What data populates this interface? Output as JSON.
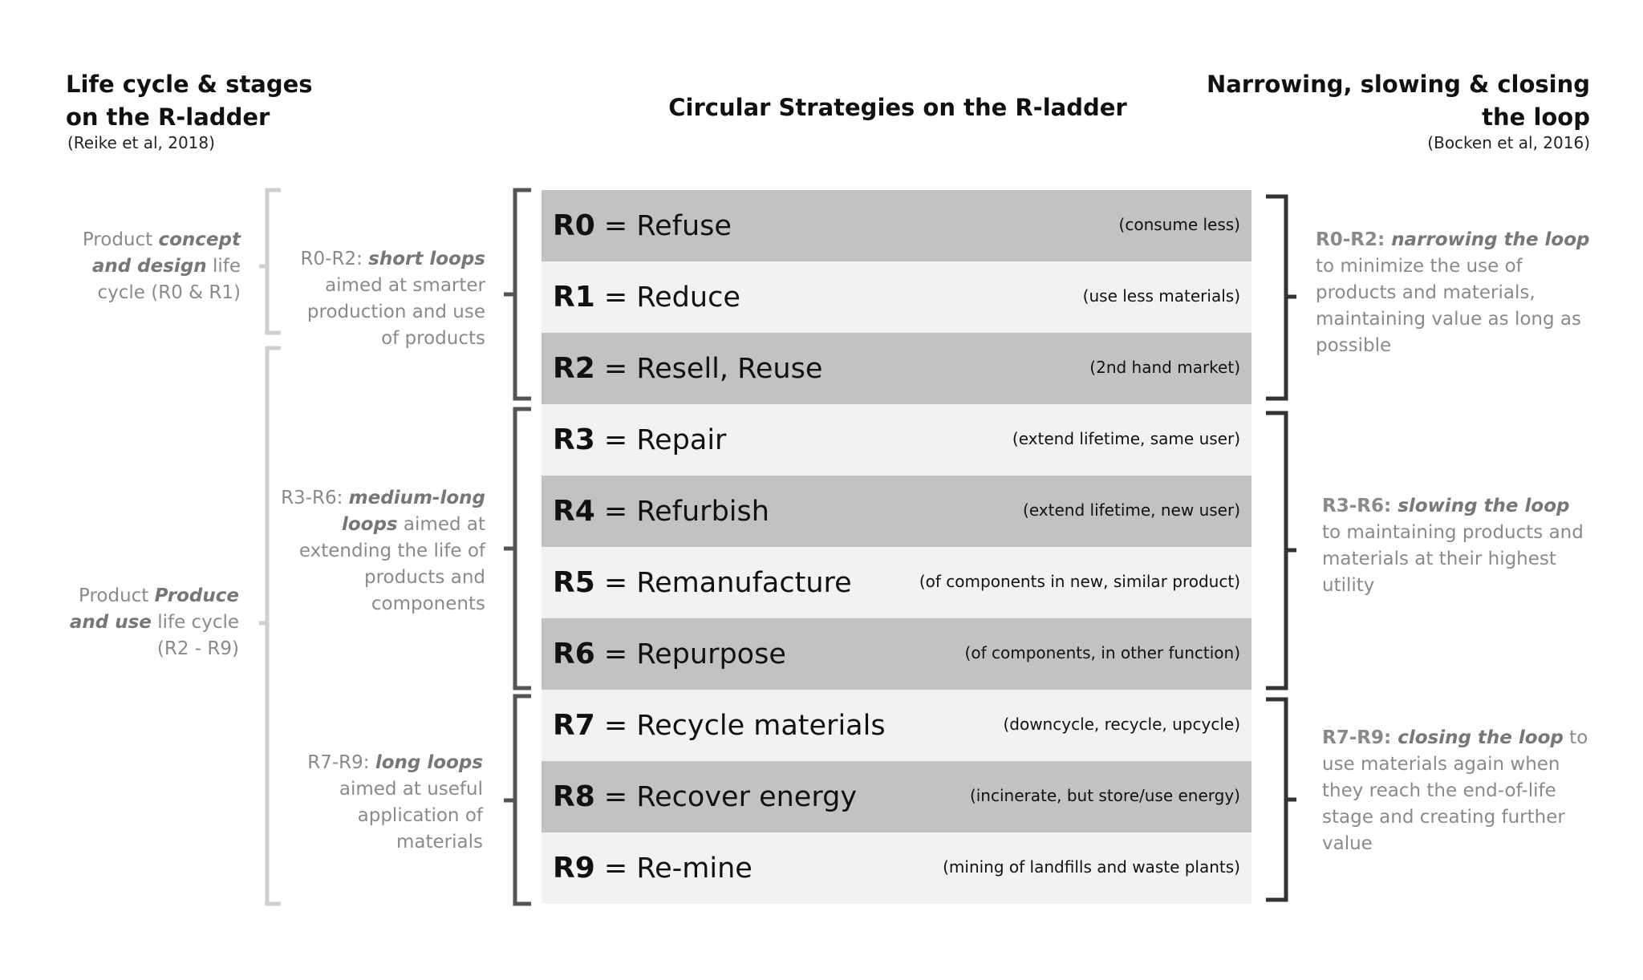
{
  "header_left": {
    "line1": "Life cycle & stages",
    "line2": "on the R-ladder",
    "citation": "(Reike et al, 2018)"
  },
  "header_center": {
    "title": "Circular Strategies on the R-ladder"
  },
  "header_right": {
    "line1": "Narrowing, slowing & closing",
    "line2": "the loop",
    "citation": "(Bocken et al, 2016)"
  },
  "lifecycle": {
    "concept": {
      "pre": "Product ",
      "em1": "concept",
      "em2": "and design",
      "post1": " life",
      "post2": "cycle (R0 & R1)"
    },
    "produce": {
      "pre": "Product ",
      "em1": "Produce",
      "em2": "and use",
      "post1": " life cycle",
      "post2": "(R2 - R9)"
    }
  },
  "loops": {
    "short": {
      "range": "R0-R2: ",
      "em": "short loops",
      "l2": "aimed at smarter",
      "l3": "production and use",
      "l4": "of products"
    },
    "medium": {
      "range": "R3-R6: ",
      "em1": "medium-long",
      "em2": "loops",
      "l2post": " aimed at",
      "l3": "extending the life of",
      "l4": "products and",
      "l5": "components"
    },
    "long": {
      "range": "R7-R9: ",
      "em": "long loops",
      "l2": "aimed at useful",
      "l3": "application of",
      "l4": "materials"
    }
  },
  "ladder": [
    {
      "code": "R0",
      "name": "Refuse",
      "note": "(consume less)"
    },
    {
      "code": "R1",
      "name": "Reduce",
      "note": "(use less materials)"
    },
    {
      "code": "R2",
      "name": "Resell, Reuse",
      "note": "(2nd hand market)"
    },
    {
      "code": "R3",
      "name": "Repair",
      "note": "(extend lifetime, same user)"
    },
    {
      "code": "R4",
      "name": "Refurbish",
      "note": "(extend lifetime, new user)"
    },
    {
      "code": "R5",
      "name": "Remanufacture",
      "note": "(of components in new, similar product)"
    },
    {
      "code": "R6",
      "name": "Repurpose",
      "note": "(of components, in other function)"
    },
    {
      "code": "R7",
      "name": "Recycle materials",
      "note": "(downcycle, recycle, upcycle)"
    },
    {
      "code": "R8",
      "name": "Recover energy",
      "note": "(incinerate, but store/use energy)"
    },
    {
      "code": "R9",
      "name": "Re-mine",
      "note": "(mining of landfills and waste plants)"
    }
  ],
  "eq": "=",
  "right": {
    "narrowing": {
      "range": "R0-R2: ",
      "em": "narrowing the loop",
      "l2": "to minimize the use of",
      "l3": "products and materials,",
      "l4": "maintaining value as long as",
      "l5": "possible"
    },
    "slowing": {
      "range": "R3-R6: ",
      "em": "slowing the loop",
      "l2": "to maintaining products and",
      "l3": "materials at their highest",
      "l4": "utility"
    },
    "closing": {
      "range": "R7-R9: ",
      "em": "closing the loop",
      "l1post": " to",
      "l2": "use materials again when",
      "l3": "they reach the end-of-life",
      "l4": "stage and creating further",
      "l5": "value"
    }
  }
}
